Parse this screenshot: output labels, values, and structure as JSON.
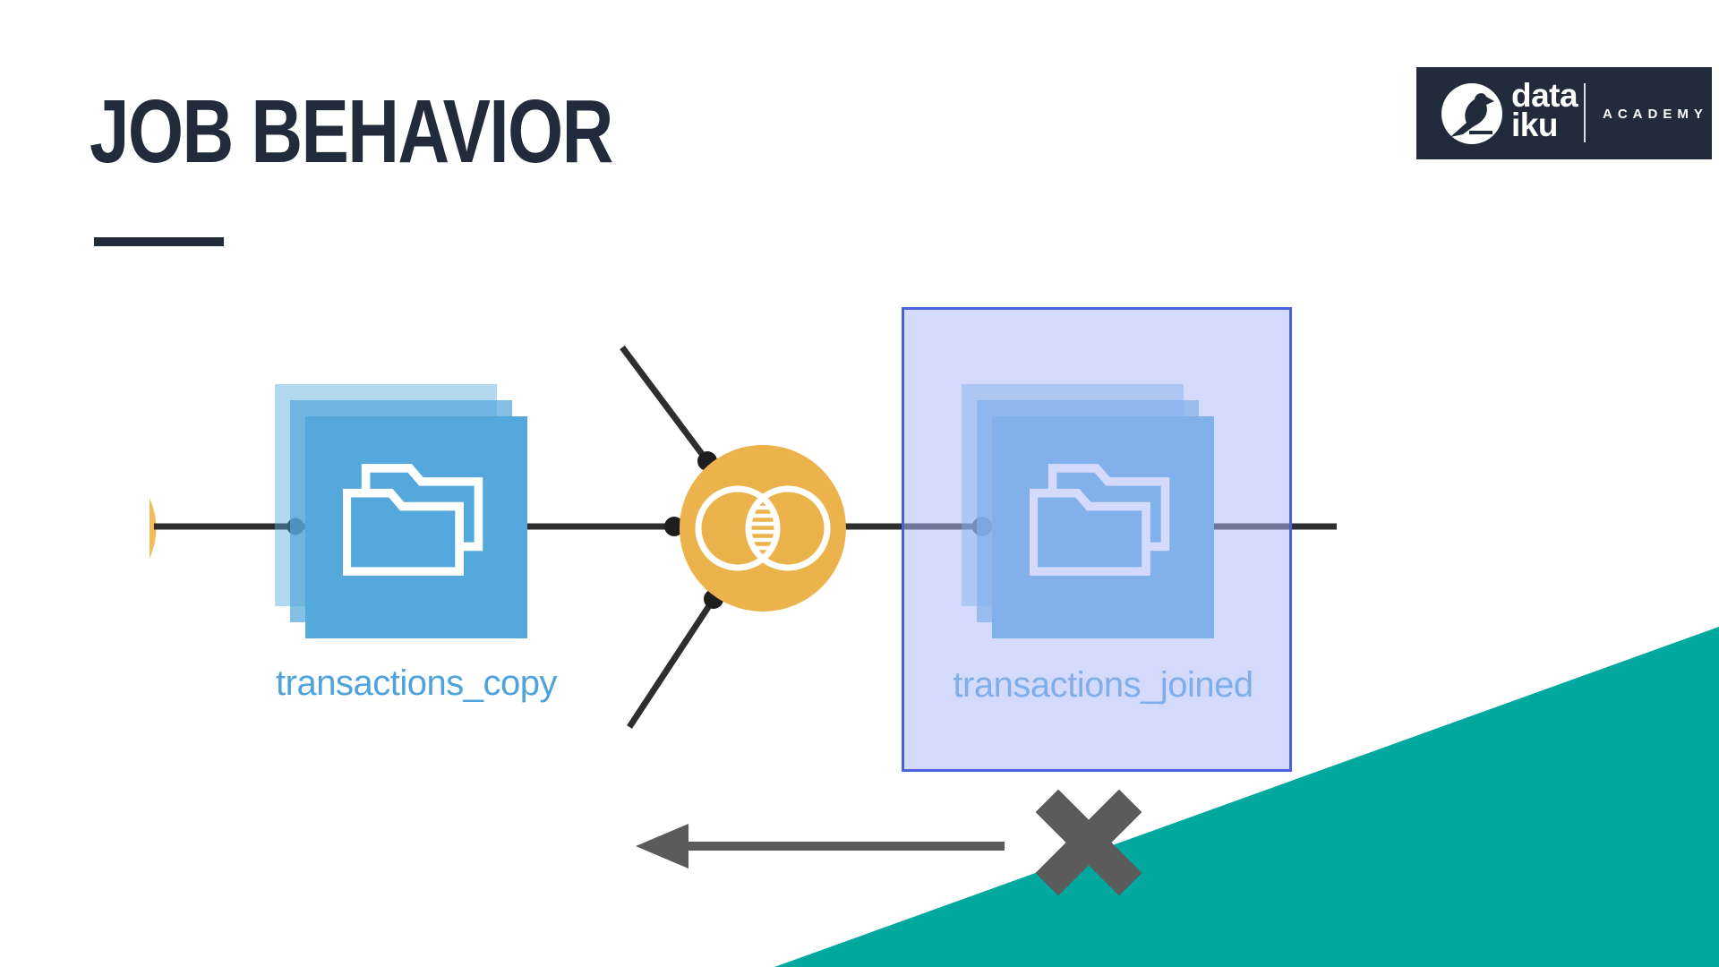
{
  "slide": {
    "title": "JOB BEHAVIOR"
  },
  "logo": {
    "word_top": "data",
    "word_bottom": "iku",
    "academy": "ACADEMY",
    "bird_icon": "bird-icon"
  },
  "flow": {
    "datasets": [
      {
        "label": "transactions_copy",
        "selected": false
      },
      {
        "label": "transactions_joined",
        "selected": true
      }
    ],
    "recipe": {
      "type": "join",
      "icon": "join-venn-icon"
    }
  },
  "annotations": {
    "left_arrow_icon": "left-arrow-icon",
    "x_mark_icon": "x-mark-icon"
  },
  "icons": {
    "dataset": "dataset-folder-icon",
    "recipe": "join-venn-icon",
    "logo": "bird-icon"
  },
  "colors": {
    "navy": "#212B3C",
    "blue-front": "#55A8DC",
    "label-blue": "#4FA3DC",
    "yellow": "#ECB34C",
    "yellow-light": "#F2BC58",
    "teal": "#00A89E",
    "gray": "#5B5B5B",
    "line": "#2E2E2E",
    "dot": "#1E1E1E",
    "overlay-fill": "rgba(173,185,247,0.52)",
    "overlay-border": "#4A63DD"
  }
}
